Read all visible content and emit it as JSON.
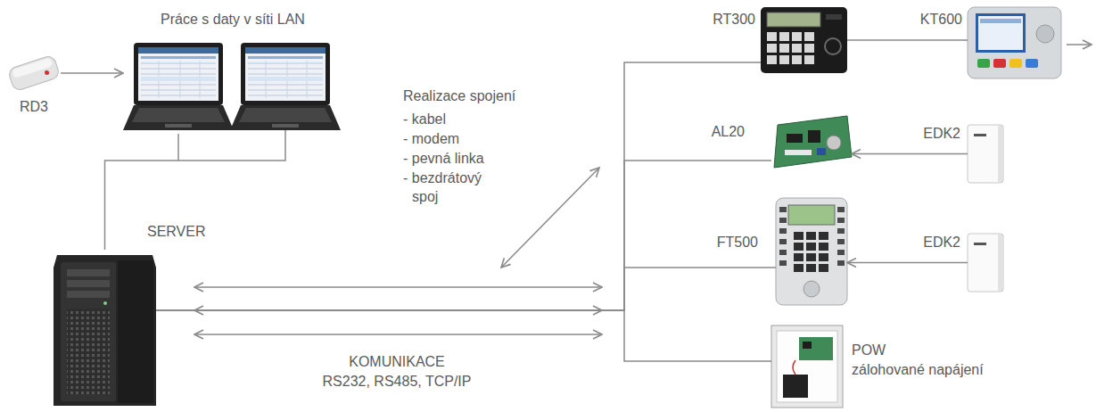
{
  "diagram": {
    "nodes": [
      {
        "text": [
          "RD3"
        ]
      },
      {
        "text": [
          "Práce s daty v síti LAN"
        ]
      },
      {
        "text": [
          "SERVER"
        ]
      },
      {
        "text": [
          "RT300"
        ]
      },
      {
        "text": [
          "KT600"
        ]
      },
      {
        "text": [
          "AL20"
        ]
      },
      {
        "text": [
          "EDK2"
        ]
      },
      {
        "text": [
          "FT500"
        ]
      },
      {
        "text": [
          "EDK2"
        ]
      },
      {
        "text": [
          "POW",
          "zálohované napájení"
        ]
      }
    ],
    "edges": [
      {
        "from": 0,
        "to": 1,
        "arrow": "to"
      },
      {
        "from": 1,
        "to": 2,
        "arrow": "none"
      },
      {
        "from": 2,
        "to": 3,
        "arrow": "none"
      },
      {
        "from": 2,
        "to": 5,
        "arrow": "none"
      },
      {
        "from": 2,
        "to": 7,
        "arrow": "none"
      },
      {
        "from": 2,
        "to": 9,
        "arrow": "none"
      },
      {
        "from": 3,
        "to": 4,
        "arrow": "none"
      },
      {
        "from": 6,
        "to": 5,
        "arrow": "to"
      },
      {
        "from": 8,
        "to": 7,
        "arrow": "to"
      }
    ],
    "labels": [
      "Realizace spojení",
      "- kabel",
      "- modem",
      "- pevná linka",
      "- bezdrátový spoj",
      "KOMUNIKACE",
      "RS232, RS485, TCP/IP"
    ]
  }
}
